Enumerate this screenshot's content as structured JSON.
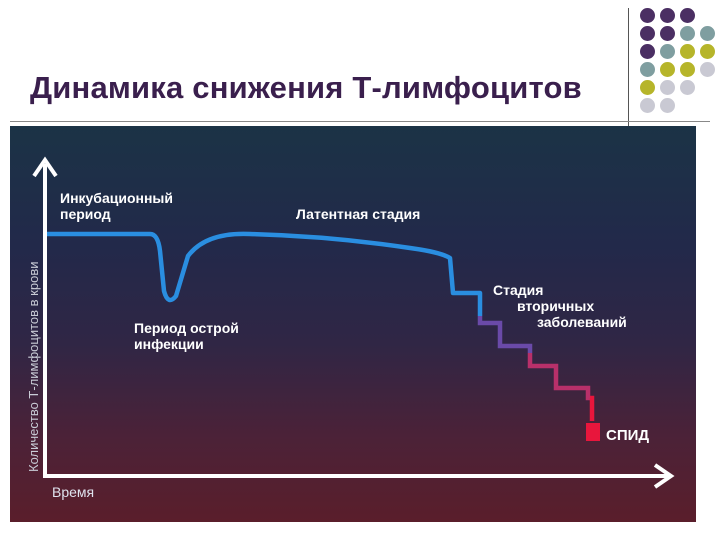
{
  "title": "Динамика снижения Т-лимфоцитов",
  "diagram": {
    "y_axis_label": "Количество Т-лимфоцитов в крови",
    "x_axis_label": "Время",
    "stage_incubation": [
      "Инкубационный",
      "период"
    ],
    "stage_latent": "Латентная стадия",
    "stage_acute": [
      "Период острой",
      "инфекции"
    ],
    "stage_secondary": [
      "Стадия",
      "вторичных",
      "заболеваний"
    ],
    "stage_aids": "СПИД"
  },
  "colors": {
    "title": "#3a1f4d",
    "curve_blue": "#2a8ee0",
    "curve_purple": "#6a4aa8",
    "curve_magenta": "#b8306a",
    "aids_red": "#e8163c",
    "dot_purple": "#4b2f63",
    "dot_teal": "#7f9ea0",
    "dot_olive": "#b6b52a",
    "dot_grey": "#c9c9d3"
  }
}
